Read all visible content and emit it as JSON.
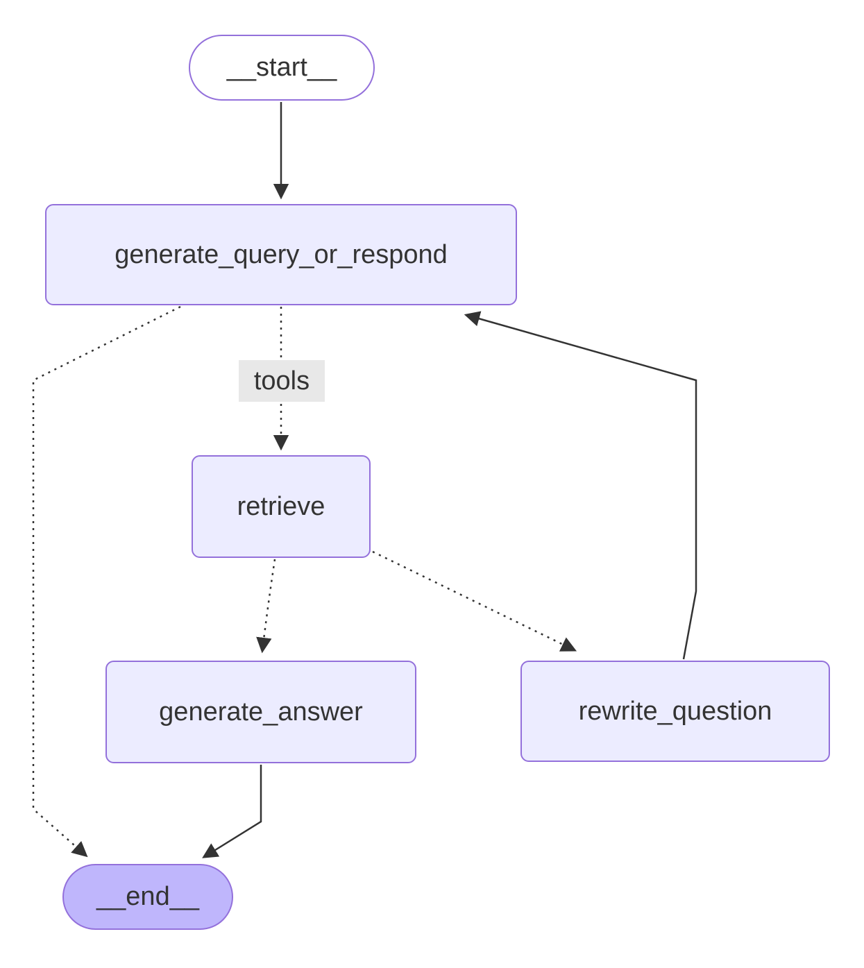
{
  "diagram": {
    "type": "flowchart",
    "nodes": {
      "start": {
        "label": "__start__",
        "shape": "pill"
      },
      "generate_query_or_respond": {
        "label": "generate_query_or_respond",
        "shape": "rect"
      },
      "retrieve": {
        "label": "retrieve",
        "shape": "rect"
      },
      "generate_answer": {
        "label": "generate_answer",
        "shape": "rect"
      },
      "rewrite_question": {
        "label": "rewrite_question",
        "shape": "rect"
      },
      "end": {
        "label": "__end__",
        "shape": "pill"
      }
    },
    "edges": [
      {
        "from": "__start__",
        "to": "generate_query_or_respond",
        "style": "solid",
        "label": ""
      },
      {
        "from": "generate_query_or_respond",
        "to": "retrieve",
        "style": "dotted",
        "label": "tools"
      },
      {
        "from": "generate_query_or_respond",
        "to": "__end__",
        "style": "dotted",
        "label": ""
      },
      {
        "from": "retrieve",
        "to": "generate_answer",
        "style": "dotted",
        "label": ""
      },
      {
        "from": "retrieve",
        "to": "rewrite_question",
        "style": "dotted",
        "label": ""
      },
      {
        "from": "rewrite_question",
        "to": "generate_query_or_respond",
        "style": "solid",
        "label": ""
      },
      {
        "from": "generate_answer",
        "to": "__end__",
        "style": "solid",
        "label": ""
      }
    ],
    "colors": {
      "node_fill": "#ECECFF",
      "node_border": "#9370DB",
      "start_fill": "#FFFFFF",
      "end_fill": "#BFB6FC",
      "edge": "#333333",
      "text": "#333333",
      "edge_label_bg": "#E8E8E8"
    }
  }
}
